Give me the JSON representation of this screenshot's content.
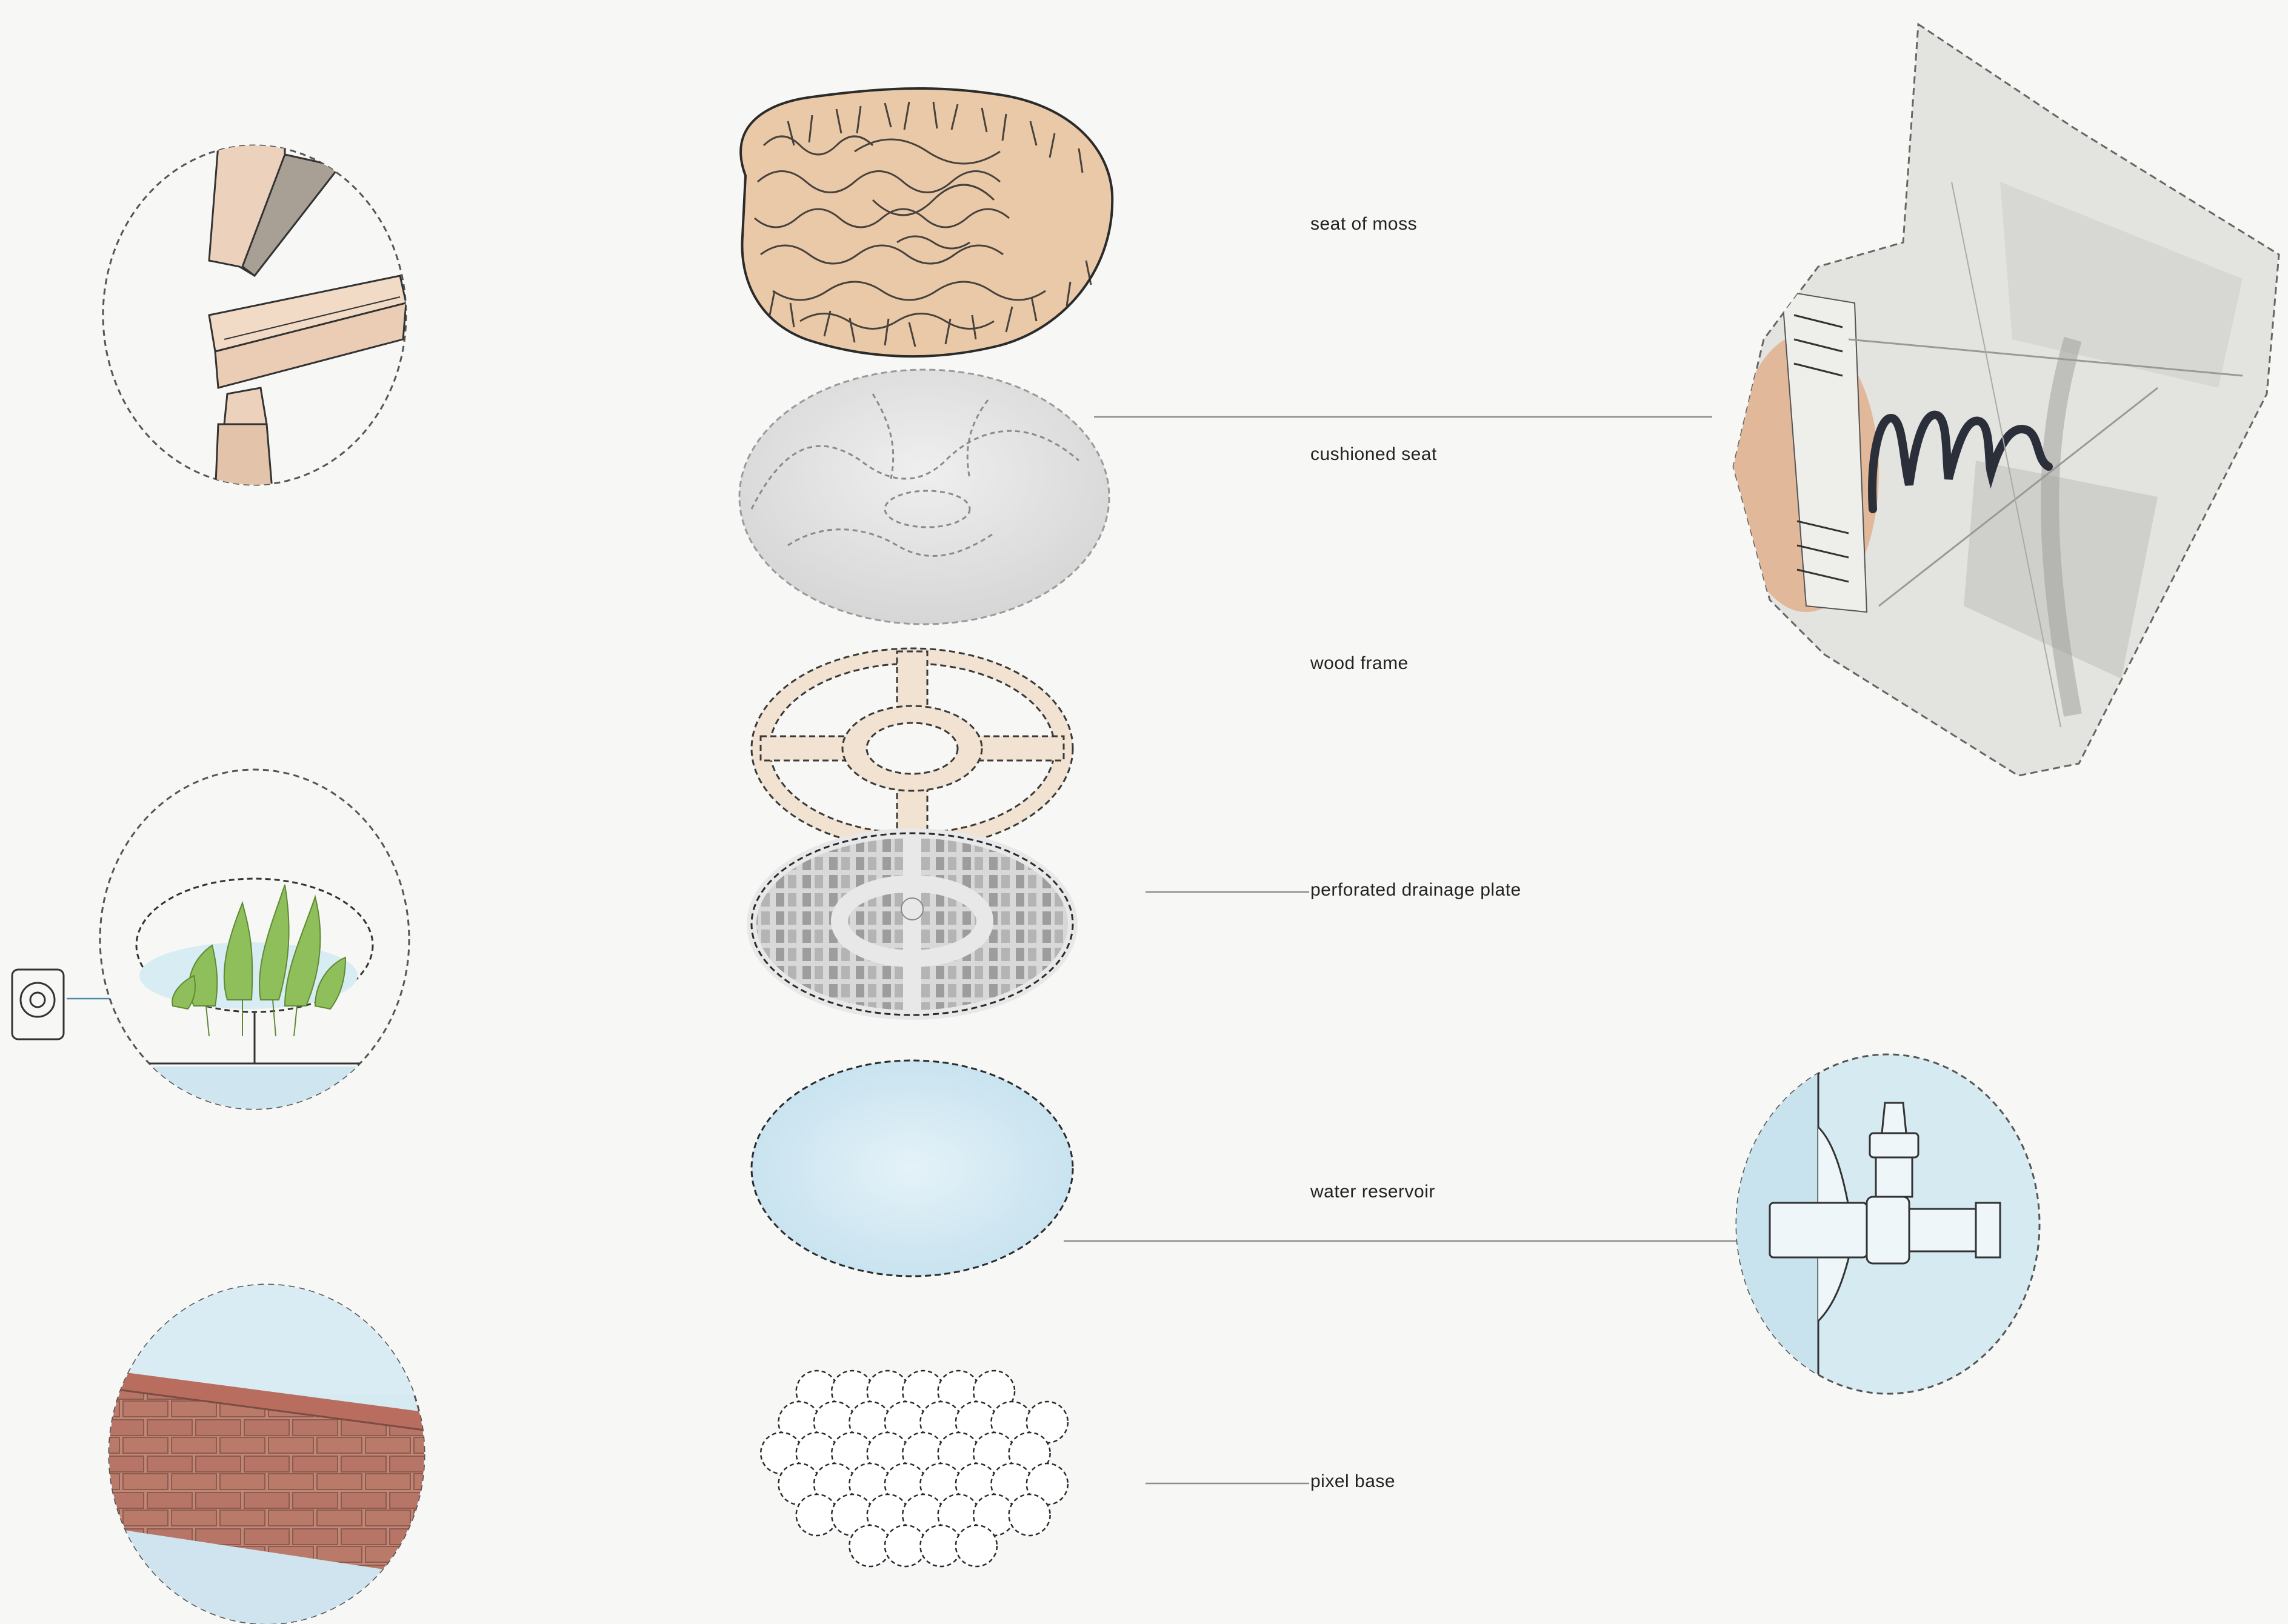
{
  "layers": [
    {
      "id": "top",
      "label": "seat of moss",
      "color": "#e7c4a4"
    },
    {
      "id": "shell",
      "label": "cushioned seat",
      "color": "#e3e3e3"
    },
    {
      "id": "frame",
      "label": "wood frame",
      "color": "#f1e2d2"
    },
    {
      "id": "grid",
      "label": "perforated drainage plate",
      "color": "#a8a8a8"
    },
    {
      "id": "water",
      "label": "water reservoir",
      "color": "#cfe6f1"
    },
    {
      "id": "base",
      "label": "pixel base",
      "color": "#ffffff"
    }
  ],
  "colors": {
    "background": "#f7f7f5",
    "ink": "#2b2b2b",
    "wood": "#ecd2bc",
    "water": "#cfe6f1",
    "plants": "#8fbf5a",
    "brick": "#b9796a"
  },
  "details": [
    {
      "name": "wood-joint-detail-icon"
    },
    {
      "name": "planter-detail-icon"
    },
    {
      "name": "brick-tiles-detail-icon"
    },
    {
      "name": "spring-cushion-detail-icon"
    },
    {
      "name": "water-valve-detail-icon"
    }
  ]
}
